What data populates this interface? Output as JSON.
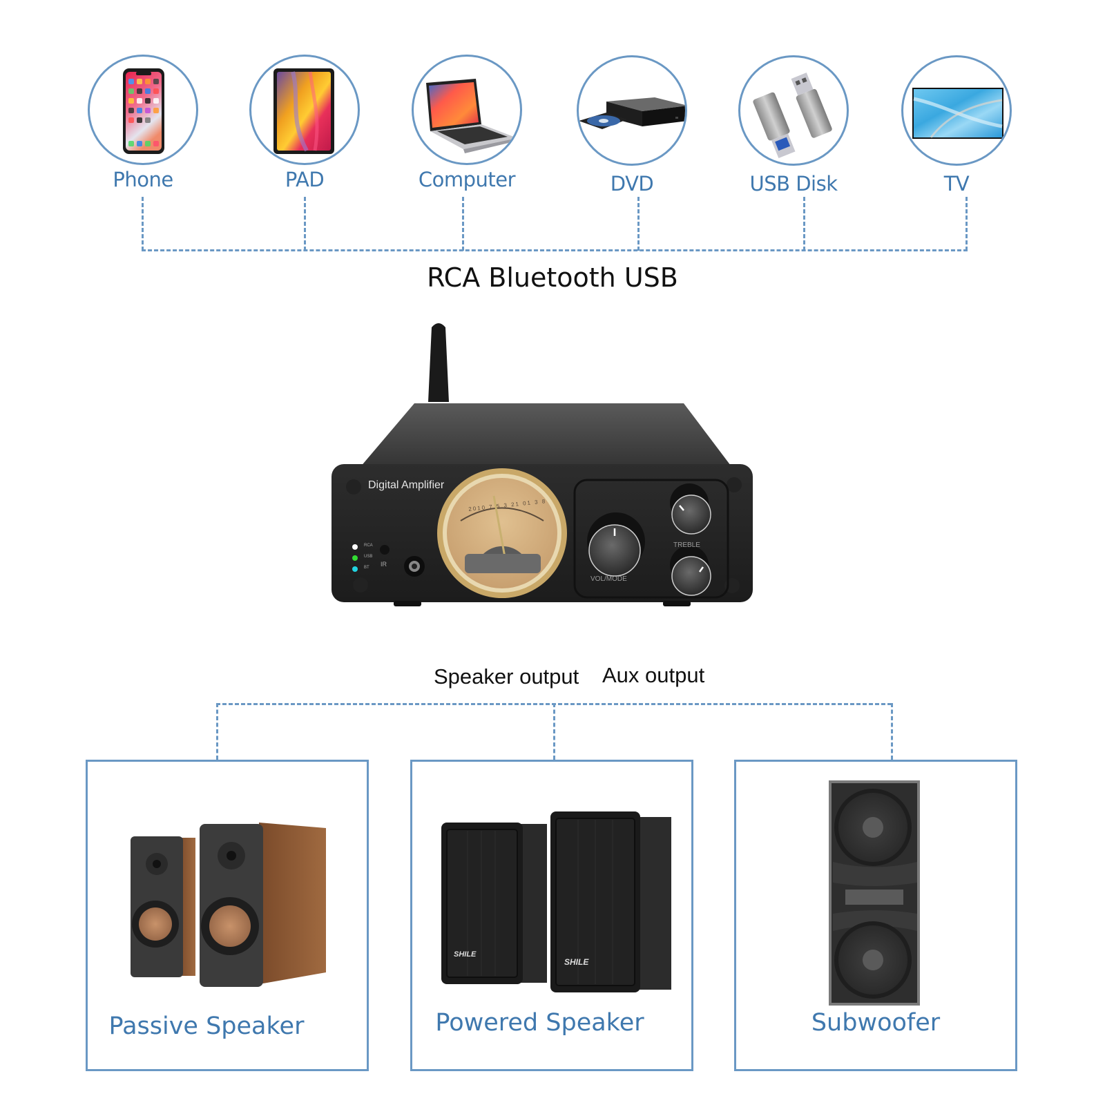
{
  "inputs": {
    "sources": [
      {
        "label": "Phone",
        "icon": "smartphone-icon"
      },
      {
        "label": "PAD",
        "icon": "tablet-icon"
      },
      {
        "label": "Computer",
        "icon": "laptop-icon"
      },
      {
        "label": "DVD",
        "icon": "dvd-player-icon"
      },
      {
        "label": "USB Disk",
        "icon": "usb-disk-icon"
      },
      {
        "label": "TV",
        "icon": "tv-icon"
      }
    ],
    "connection_title": "RCA  Bluetooth USB"
  },
  "amplifier": {
    "brand_text": "Digital Amplifier",
    "indicators": [
      {
        "label": "RCA",
        "color": "#ffffff"
      },
      {
        "label": "USB",
        "color": "#33dd33"
      },
      {
        "label": "BT",
        "color": "#22d3e0"
      }
    ],
    "ir_label": "IR",
    "meter_scale": [
      "20",
      "10",
      "7",
      "5",
      "3",
      "2",
      "1",
      "01",
      "3",
      "8"
    ],
    "knob_labels": {
      "volume": "VOL/MODE",
      "treble": "TREBLE"
    }
  },
  "outputs": {
    "title_speaker": "Speaker output",
    "title_aux": "Aux output",
    "devices": [
      {
        "label": "Passive Speaker",
        "icon": "passive-bookshelf-speakers-icon"
      },
      {
        "label": "Powered Speaker",
        "icon": "powered-speakers-icon",
        "brand": "SHILE"
      },
      {
        "label": "Subwoofer",
        "icon": "subwoofer-icon"
      }
    ]
  },
  "colors": {
    "accent_blue": "#6a98c4",
    "label_blue": "#3f78ae",
    "amp_body": "#2a2a2a",
    "meter_gold": "#c8a66a"
  }
}
